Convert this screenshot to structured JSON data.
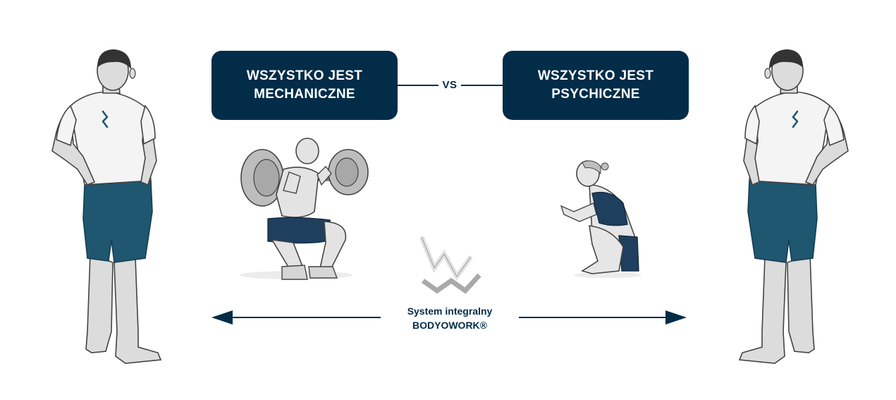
{
  "left_box": {
    "line1": "WSZYSTKO JEST",
    "line2": "MECHANICZNE"
  },
  "right_box": {
    "line1": "WSZYSTKO JEST",
    "line2": "PSYCHICZNE"
  },
  "vs_label": "VS",
  "caption": {
    "line1": "System integralny",
    "line2": "BODYOWORK®"
  },
  "colors": {
    "navy": "#022c48",
    "teal_shorts": "#1f5670",
    "skin": "#dedede",
    "outline": "#444444",
    "logo_grey": "#a9a9a9"
  },
  "icons": [
    "standing-man-icon",
    "squatting-lifter-icon",
    "bodyowork-logo-icon",
    "squatting-woman-icon"
  ]
}
